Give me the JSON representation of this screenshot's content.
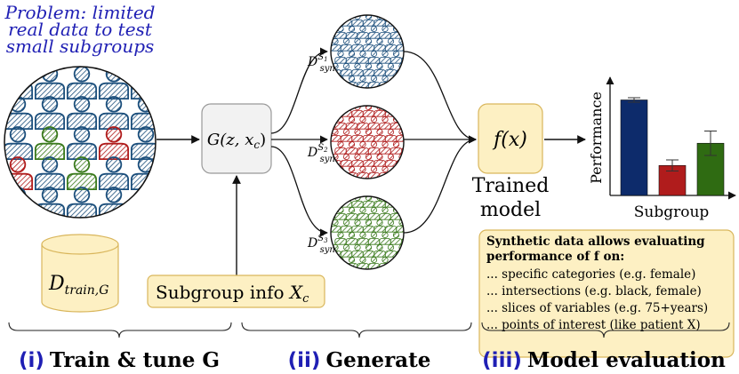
{
  "problem": {
    "lines": [
      "Problem: limited",
      "real data to test",
      "small subgroups"
    ],
    "color": "#1f1fb4"
  },
  "generator": {
    "label": "G(z, x",
    "sub": "c",
    "close": ")"
  },
  "train_dataset": {
    "label": "D",
    "sub": "train,G"
  },
  "subgroup_info": {
    "label": "Subgroup info ",
    "var": "X",
    "sub": "c"
  },
  "synthetic": [
    {
      "D": "D",
      "sup": "S",
      "supsub": "1",
      "sub": "syn",
      "color": "#1c4f7c"
    },
    {
      "D": "D",
      "sup": "S",
      "supsub": "2",
      "sub": "syn",
      "color": "#b01c1c"
    },
    {
      "D": "D",
      "sup": "S",
      "supsub": "3",
      "sub": "syn",
      "color": "#3a7a1c"
    }
  ],
  "model": {
    "label": "f(x)",
    "caption_lines": [
      "Trained",
      "model"
    ]
  },
  "chart_data": {
    "type": "bar",
    "ylabel": "Performance",
    "xlabel": "Subgroup",
    "categories": [
      "",
      "",
      ""
    ],
    "values": [
      0.86,
      0.27,
      0.47
    ],
    "errors": [
      0.02,
      0.05,
      0.11
    ],
    "ylim": [
      0,
      1
    ],
    "colors": [
      "#0d2b6b",
      "#b01c1c",
      "#2f6b12"
    ]
  },
  "evaluation": {
    "bold_lines": [
      "Synthetic data allows evaluating",
      "performance of f on:"
    ],
    "items": [
      "... specific categories (e.g. female)",
      "... intersections (e.g. black, female)",
      "... slices of variables (e.g. 75+years)",
      "... points of interest (like patient X)"
    ]
  },
  "stages": [
    {
      "num": "(i)",
      "text": "Train & tune G"
    },
    {
      "num": "(ii)",
      "text": "Generate"
    },
    {
      "num": "(iii)",
      "text": "Model evaluation"
    }
  ],
  "colors": {
    "box_fill": "#fdf0c3",
    "box_stroke": "#d9b65c",
    "gen_fill": "#f2f2f2",
    "stage_num": "#1f1fb4",
    "person_blue": "#1c4f7c",
    "person_red": "#b01c1c",
    "person_green": "#3a7a1c"
  }
}
